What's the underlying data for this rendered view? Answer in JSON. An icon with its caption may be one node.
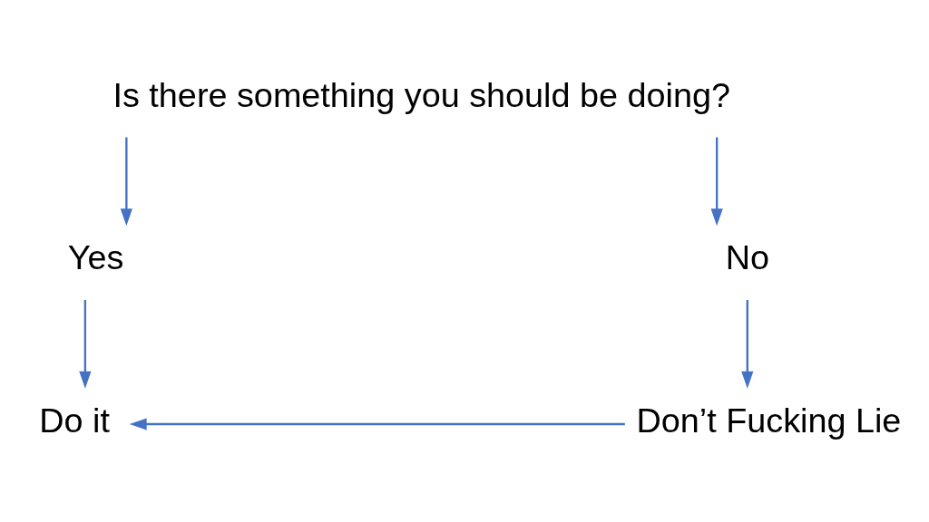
{
  "diagram": {
    "nodes": [
      {
        "text": [
          "Is there something you should be doing?"
        ]
      },
      {
        "text": [
          "Yes"
        ]
      },
      {
        "text": [
          "No"
        ]
      },
      {
        "text": [
          "Do it"
        ]
      },
      {
        "text": [
          "Don’t Fucking Lie"
        ]
      }
    ],
    "edges": [
      {
        "from": 0,
        "to": 1,
        "arrow": "to"
      },
      {
        "from": 0,
        "to": 2,
        "arrow": "to"
      },
      {
        "from": 1,
        "to": 3,
        "arrow": "to"
      },
      {
        "from": 2,
        "to": 4,
        "arrow": "to"
      },
      {
        "from": 4,
        "to": 3,
        "arrow": "to"
      }
    ]
  }
}
